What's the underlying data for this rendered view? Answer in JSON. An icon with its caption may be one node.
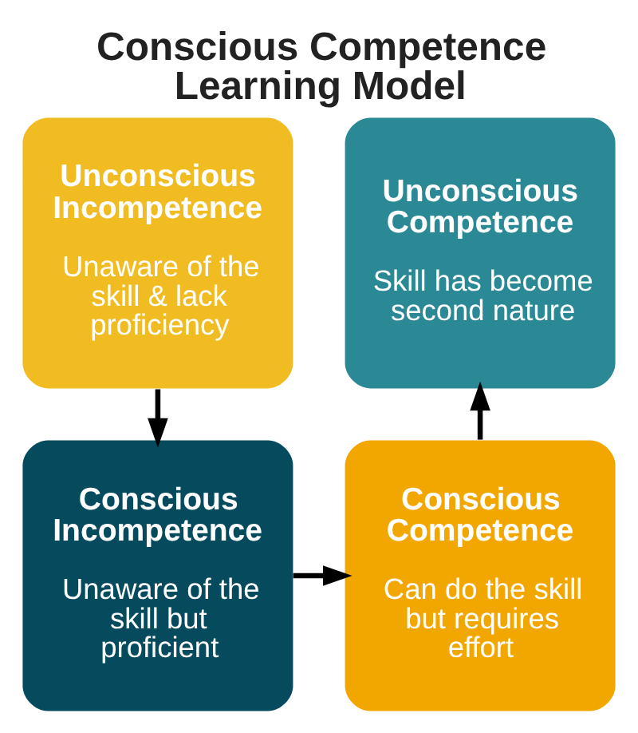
{
  "diagram": {
    "title": "Conscious Competence Learning Model",
    "nodes": [
      {
        "text": [
          "Unconscious Incompetence",
          "Unaware of the skill & lack proficiency"
        ]
      },
      {
        "text": [
          "Unconscious Competence",
          "Skill has become second nature"
        ]
      },
      {
        "text": [
          "Conscious Incompetence",
          "Unaware of the skill but proficient"
        ]
      },
      {
        "text": [
          "Conscious Competence",
          "Can do the skill but requires effort"
        ]
      }
    ],
    "edges": [
      {
        "from": 0,
        "to": 2,
        "arrow": "to"
      },
      {
        "from": 2,
        "to": 3,
        "arrow": "to"
      },
      {
        "from": 3,
        "to": 1,
        "arrow": "to"
      }
    ]
  }
}
